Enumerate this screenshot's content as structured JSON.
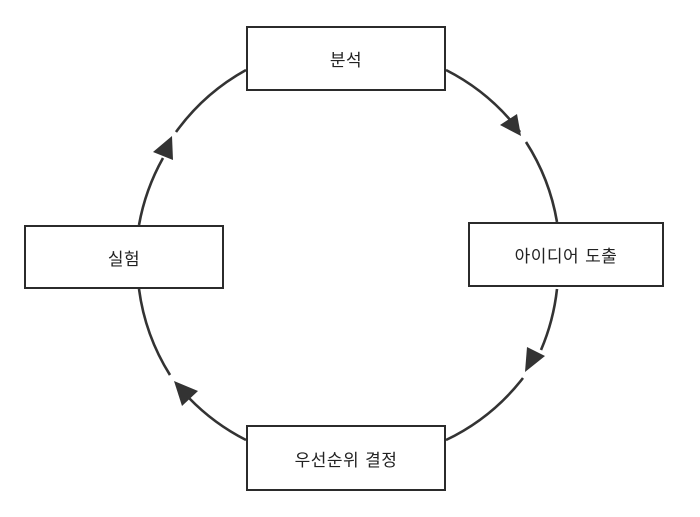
{
  "diagram": {
    "type": "cycle",
    "nodes": [
      {
        "id": "analysis",
        "label": "분석"
      },
      {
        "id": "ideation",
        "label": "아이디어 도출"
      },
      {
        "id": "priority",
        "label": "우선순위 결정"
      },
      {
        "id": "experiment",
        "label": "실험"
      }
    ],
    "flow": [
      "analysis",
      "ideation",
      "priority",
      "experiment",
      "analysis"
    ],
    "direction": "clockwise",
    "colors": {
      "line": "#333333",
      "border": "#2b2b2b",
      "text": "#222222",
      "background": "#ffffff"
    }
  }
}
